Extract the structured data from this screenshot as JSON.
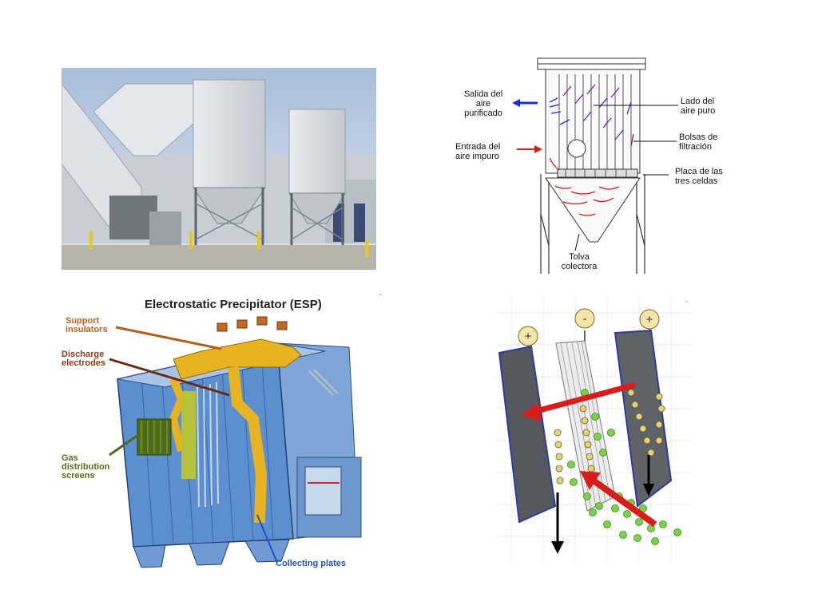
{
  "baghouse": {
    "outlet": [
      "Salida del",
      "aire",
      "purificado"
    ],
    "inlet": [
      "Entrada del",
      "aire impuro"
    ],
    "clean_side": [
      "Lado del",
      "aire puro"
    ],
    "bags": [
      "Bolsas de",
      "filtración"
    ],
    "plate": [
      "Placa de las",
      "tres celdas"
    ],
    "hopper": [
      "Tolva",
      "colectora"
    ]
  },
  "esp": {
    "title": "Electrostatic Precipitator (ESP)",
    "support": [
      "Support",
      "insulators"
    ],
    "discharge": [
      "Discharge",
      "electrodes"
    ],
    "gas": [
      "Gas",
      "distribution",
      "screens"
    ],
    "collecting": "Collecting plates"
  },
  "plates": {
    "left_sign": "+",
    "middle_sign": "-",
    "right_sign": "+"
  },
  "colors": {
    "outlet_arrow": "#1a2bd8",
    "inlet_arrow": "#e01818",
    "esp_body": "#5b8fd0",
    "esp_frame": "#e8b321",
    "label_orange": "#c8601a",
    "label_brown": "#8a3b1a",
    "label_green": "#5c6b14",
    "label_blue": "#2252c0",
    "particle": "#7ad24a",
    "charged_particle": "#e6d27a",
    "flow_arrow": "#d91c1c"
  }
}
